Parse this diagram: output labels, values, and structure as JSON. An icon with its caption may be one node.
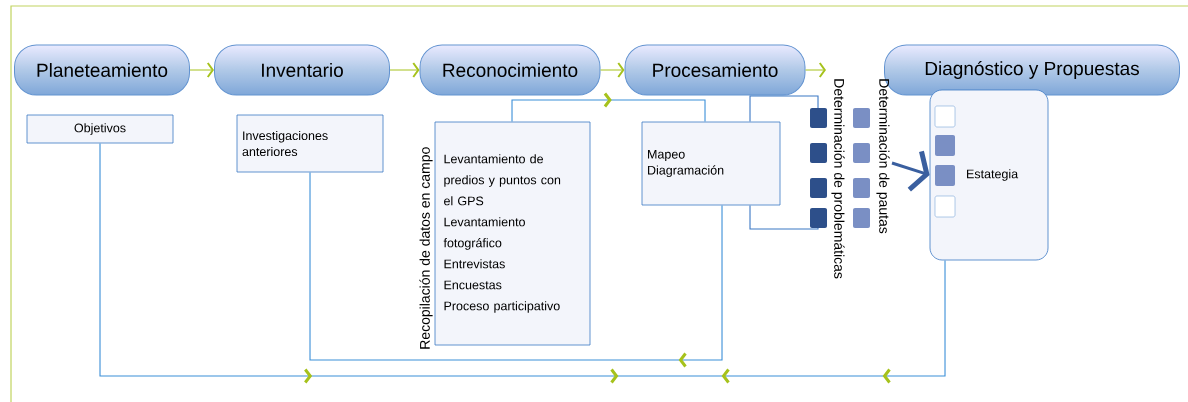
{
  "diagram": {
    "nodes": [
      {
        "text": [
          "Planeteamiento"
        ]
      },
      {
        "text": [
          "Inventario"
        ]
      },
      {
        "text": [
          "Reconocimiento"
        ]
      },
      {
        "text": [
          "Procesamiento"
        ]
      },
      {
        "text": [
          "Diagnóstico y Propuestas"
        ]
      },
      {
        "text": [
          "Objetivos"
        ]
      },
      {
        "text": [
          "Investigaciones anteriores"
        ]
      },
      {
        "text": [
          "Levantamiento de predios y puntos con el GPS",
          "Levantamiento fotográfico",
          "Entrevistas",
          "Encuestas",
          "Proceso participativo"
        ],
        "beside": [
          "Recopilación de datos en campo"
        ]
      },
      {
        "text": [
          "Mapeo",
          "Diagramación"
        ]
      },
      {
        "text": [
          "Determinación de problemáticas"
        ]
      },
      {
        "text": [
          "Determinación de pautas"
        ]
      },
      {
        "text": [
          "Estategia"
        ]
      }
    ],
    "edges": [
      {
        "from": 0,
        "to": 1,
        "arrow": "to",
        "color": "#a6c21c"
      },
      {
        "from": 1,
        "to": 2,
        "arrow": "to",
        "color": "#a6c21c"
      },
      {
        "from": 2,
        "to": 3,
        "arrow": "to",
        "color": "#a6c21c"
      },
      {
        "from": 3,
        "to": 9,
        "arrow": "to",
        "color": "#a6c21c"
      },
      {
        "from": 5,
        "to": null,
        "arrow": "to",
        "color": "#3b8fd8"
      },
      {
        "from": 11,
        "to": null,
        "arrow": "to",
        "color": "#3b8fd8"
      },
      {
        "from": 8,
        "to": 6,
        "arrow": "to",
        "color": "#3b8fd8"
      },
      {
        "from": 7,
        "to": 8,
        "arrow": "to",
        "color": "#3b8fd8"
      },
      {
        "from": 8,
        "to": 9,
        "arrow": "none",
        "color": "#3b78c4"
      },
      {
        "from": 8,
        "to": 9,
        "arrow": "none",
        "color": "#3b78c4"
      },
      {
        "from": 10,
        "to": 11,
        "arrow": "to",
        "style": "thick",
        "color": "#3a5f9f"
      }
    ]
  }
}
